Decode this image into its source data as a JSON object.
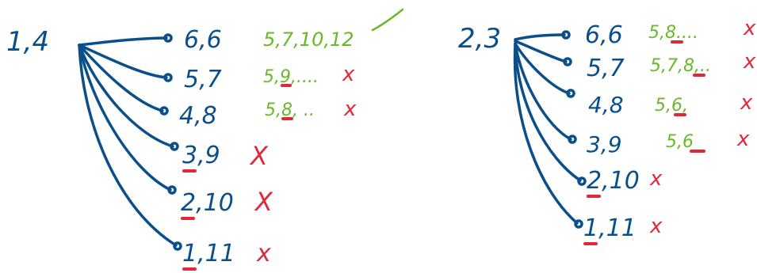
{
  "left": {
    "source": "1,4",
    "pairs": [
      {
        "pair": "6,6",
        "note": "5,7,10,12",
        "mark": "✓"
      },
      {
        "pair": "5,7",
        "note": "5,9,....",
        "mark": "x"
      },
      {
        "pair": "4,8",
        "note": "5,8, ..",
        "mark": "x"
      },
      {
        "pair": "3,9",
        "note": "",
        "mark": "X"
      },
      {
        "pair": "2,10",
        "note": "",
        "mark": "X"
      },
      {
        "pair": "1,11",
        "note": "",
        "mark": "x"
      }
    ]
  },
  "right": {
    "source": "2,3",
    "pairs": [
      {
        "pair": "6,6",
        "note": "5,8....",
        "mark": "x"
      },
      {
        "pair": "5,7",
        "note": "5,7,8,..",
        "mark": "x"
      },
      {
        "pair": "4,8",
        "note": "5,6,",
        "mark": "x"
      },
      {
        "pair": "3,9",
        "note": "5,6",
        "mark": "x"
      },
      {
        "pair": "2,10",
        "note": "",
        "mark": "x"
      },
      {
        "pair": "1,11",
        "note": "",
        "mark": "x"
      }
    ]
  },
  "colors": {
    "ink": "#0b4f8a",
    "note": "#6ab82a",
    "cross": "#e0283a"
  }
}
